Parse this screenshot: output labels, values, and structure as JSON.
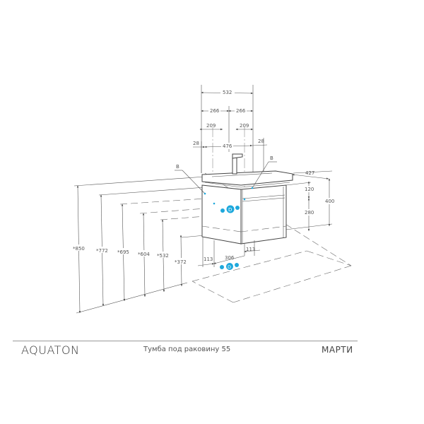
{
  "drawing": {
    "top_dims": {
      "overall_width": "532",
      "half_left": "266",
      "half_right": "266",
      "offset_left": "209",
      "offset_right": "209",
      "edge_left": "28",
      "edge_right": "28",
      "inner_width": "476"
    },
    "side_dims": {
      "depth": "427",
      "top_section": "120",
      "drawer_section": "280",
      "cabinet_height": "400"
    },
    "height_dims": [
      "*850",
      "*772",
      "*695",
      "*604",
      "*532",
      "*372"
    ],
    "bottom_dims": {
      "left_offset": "113",
      "center_span": "306",
      "right_offset": "113"
    },
    "markers": {
      "water_label_left": "B",
      "water_label_right": "B",
      "drain_label": "D"
    },
    "colors": {
      "accent": "#1ea8dc",
      "line": "#555555"
    }
  },
  "footer": {
    "brand": "AQUATON",
    "product": "Тумба под раковину 55",
    "series": "МАРТИ"
  }
}
